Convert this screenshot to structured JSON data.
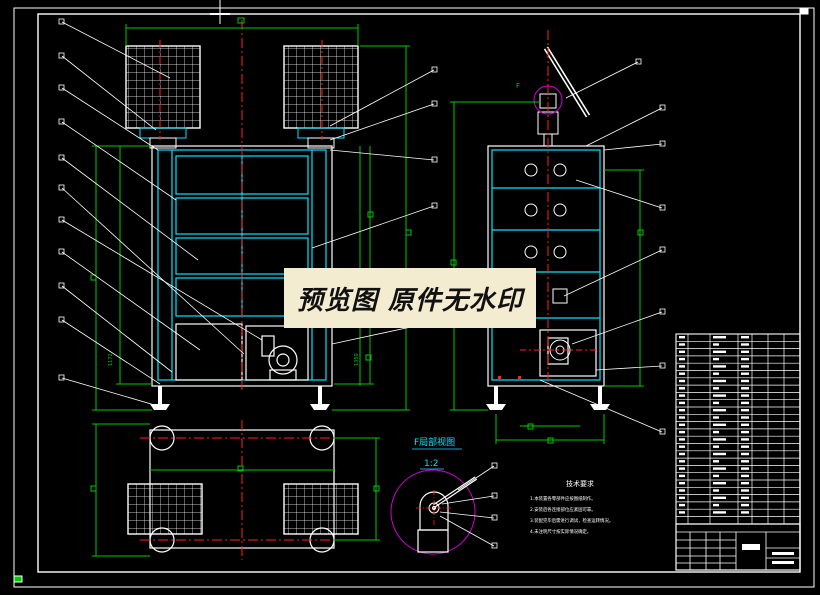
{
  "drawing": {
    "detail_title": "F局部视图",
    "detail_scale": "1:2",
    "callout_letter": "F",
    "tech_title": "技术要求",
    "tech_lines": [
      "1.本装置各零部件应按图纸制作。",
      "2.安装后各连接部位应紧固可靠。",
      "3.装配完毕后需进行调试，检查运转情况。",
      "4.未注明尺寸按实际情况确定。"
    ],
    "dim_left": "1172",
    "dim_mid": "1350"
  },
  "watermark": {
    "text": "预览图 原件无水印"
  },
  "colors": {
    "background": "#000000",
    "frame": "#ffffff",
    "part": "#00e5ff",
    "dimension": "#00c800",
    "centerline": "#ff2020",
    "leader": "#ffffff",
    "detail_circle": "#d000d0",
    "watermark_bg": "#f3ecd0"
  }
}
